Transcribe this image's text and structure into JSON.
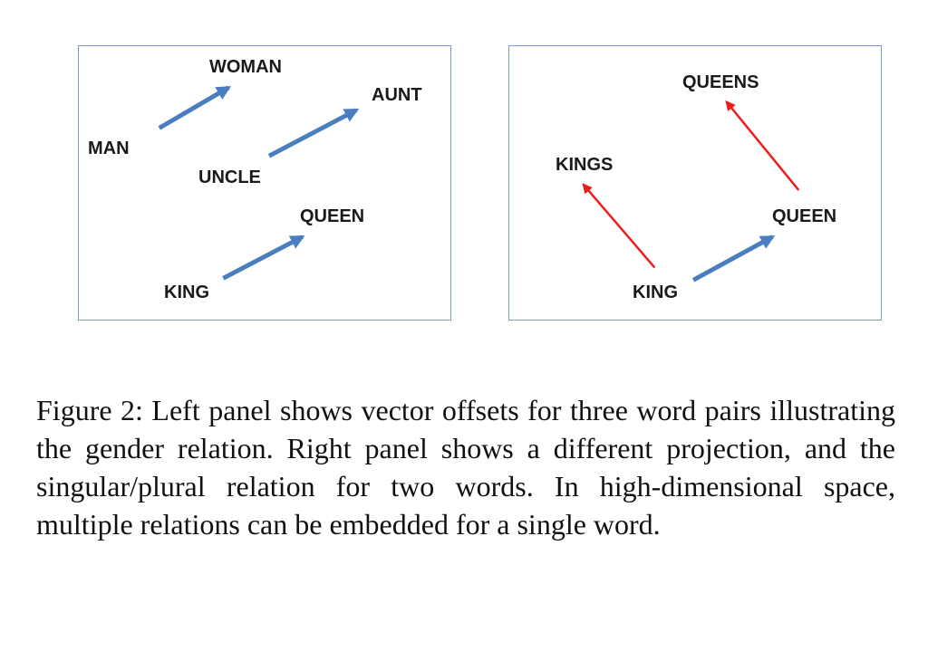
{
  "left_panel": {
    "words": {
      "woman": "WOMAN",
      "aunt": "AUNT",
      "man": "MAN",
      "uncle": "UNCLE",
      "queen": "QUEEN",
      "king": "KING"
    }
  },
  "right_panel": {
    "words": {
      "queens": "QUEENS",
      "kings": "KINGS",
      "queen": "QUEEN",
      "king": "KING"
    }
  },
  "colors": {
    "gender_arrow": "#4a7ebf",
    "plural_arrow": "#ee1c1c",
    "panel_border": "#7f9cc4"
  },
  "caption": "Figure 2: Left panel shows vector offsets for three word pairs illustrating the gender relation. Right panel shows a different projection, and the singular/plural relation for two words. In high-dimensional space, multiple relations can be embedded for a single word."
}
